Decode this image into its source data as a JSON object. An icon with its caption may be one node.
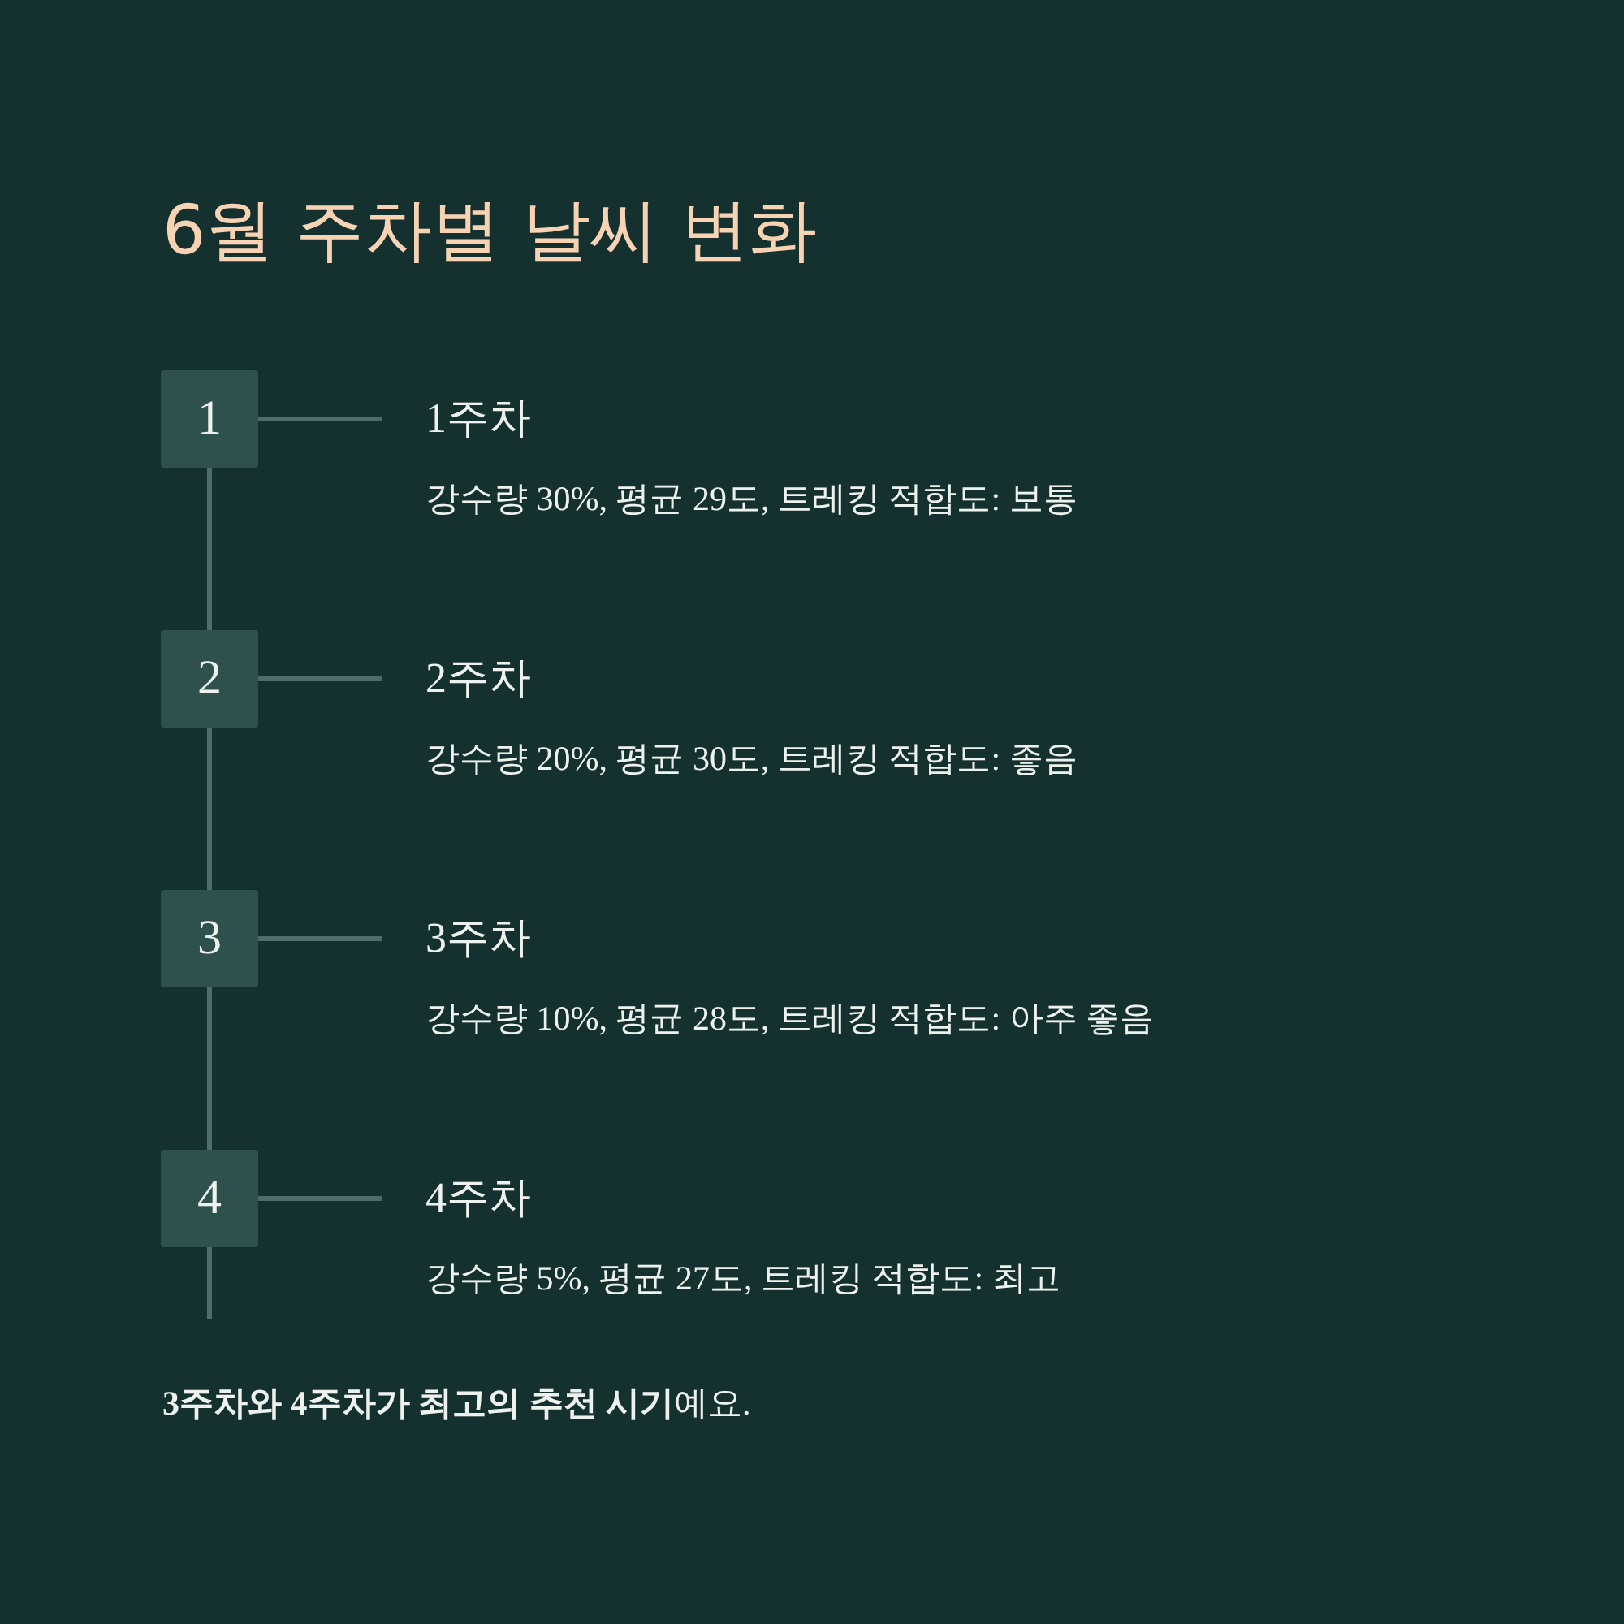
{
  "diagram": {
    "title": "6월 주차별 날씨 변화",
    "nodes": [
      {
        "text": [
          "1"
        ]
      },
      {
        "text": [
          "1주차",
          "강수량 30%, 평균 29도, 트레킹 적합도: 보통"
        ]
      },
      {
        "text": [
          "2"
        ]
      },
      {
        "text": [
          "2주차",
          "강수량 20%, 평균 30도, 트레킹 적합도: 좋음"
        ]
      },
      {
        "text": [
          "3"
        ]
      },
      {
        "text": [
          "3주차",
          "강수량 10%, 평균 28도, 트레킹 적합도: 아주 좋음"
        ]
      },
      {
        "text": [
          "4"
        ]
      },
      {
        "text": [
          "4주차",
          "강수량 5%, 평균 27도, 트레킹 적합도: 최고"
        ]
      }
    ],
    "edges": [
      {
        "from": 0,
        "to": 1,
        "arrow": "none"
      },
      {
        "from": 0,
        "to": 2,
        "arrow": "none"
      },
      {
        "from": 2,
        "to": 3,
        "arrow": "none"
      },
      {
        "from": 2,
        "to": 4,
        "arrow": "none"
      },
      {
        "from": 4,
        "to": 5,
        "arrow": "none"
      },
      {
        "from": 4,
        "to": 6,
        "arrow": "none"
      },
      {
        "from": 6,
        "to": 7,
        "arrow": "none"
      },
      {
        "from": 6,
        "to": null,
        "arrow": "none"
      }
    ],
    "caption": "**3주차와 4주차가 최고의 추천 시기**예요."
  }
}
